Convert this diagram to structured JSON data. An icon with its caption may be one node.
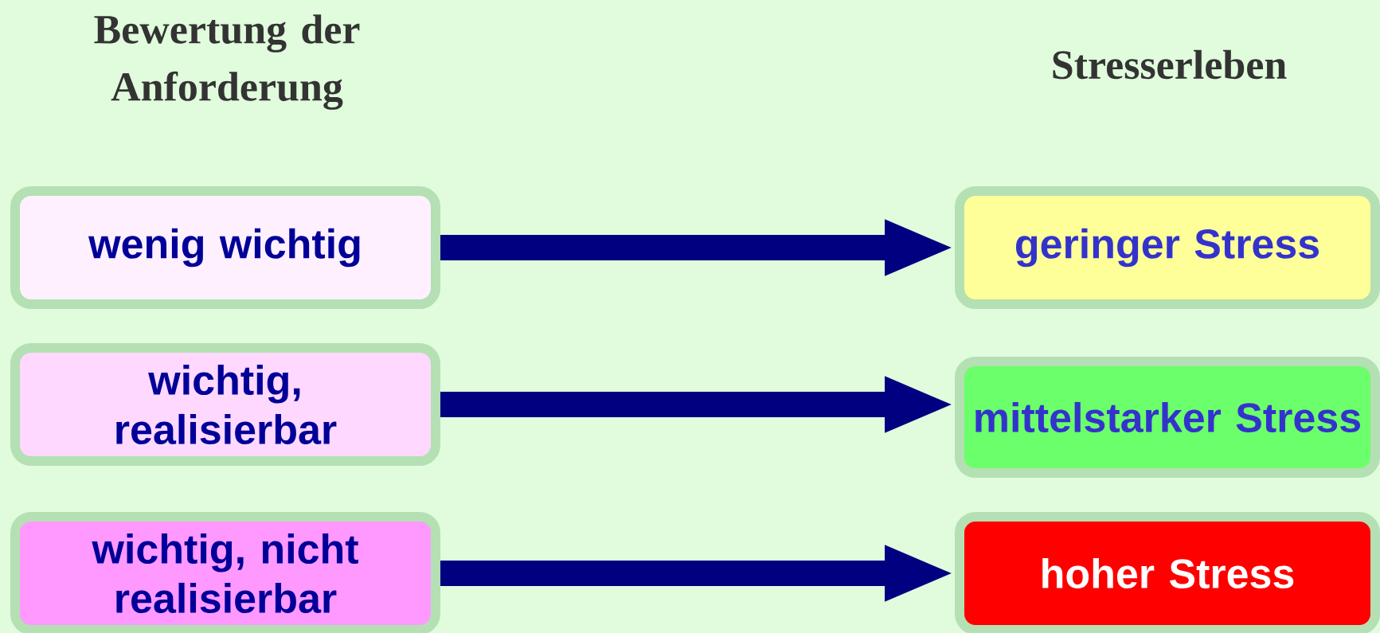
{
  "diagram": {
    "nodes": [
      {
        "text": [
          "wenig wichtig"
        ]
      },
      {
        "text": [
          "wichtig, realisierbar"
        ]
      },
      {
        "text": [
          "wichtig, nicht realisierbar"
        ]
      },
      {
        "text": [
          "geringer Stress"
        ]
      },
      {
        "text": [
          "mittelstarker Stress"
        ]
      },
      {
        "text": [
          "hoher Stress"
        ]
      }
    ],
    "edges": [
      {
        "from": 0,
        "to": 3,
        "arrow": "to"
      },
      {
        "from": 1,
        "to": 4,
        "arrow": "to"
      },
      {
        "from": 2,
        "to": 5,
        "arrow": "to"
      }
    ],
    "labels": [
      "Bewertung der Anforderung",
      "Stresserleben"
    ]
  }
}
